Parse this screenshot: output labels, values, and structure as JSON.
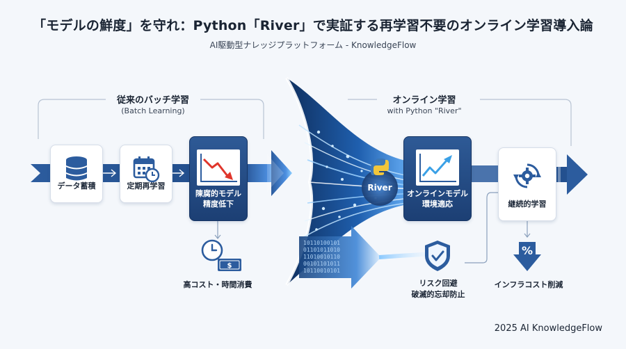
{
  "header": {
    "title": "「モデルの鮮度」を守れ：Python「River」で実証する再学習不要のオンライン学習導入論",
    "subtitle": "AI駆動型ナレッジプラットフォーム - KnowledgeFlow"
  },
  "batch": {
    "title": "従来のバッチ学習",
    "subtitle": "(Batch Learning)",
    "steps": [
      {
        "label": "データ蓄積",
        "icon": "database-icon"
      },
      {
        "label": "定期再学習",
        "icon": "calendar-clock-icon"
      },
      {
        "label": "陳腐的モデル\n精度低下",
        "icon": "declining-chart-icon"
      }
    ],
    "cost_note": "高コスト・時間消費"
  },
  "online": {
    "title": "オンライン学習",
    "subtitle": "with Python \"River\"",
    "river_label": "River",
    "steps": [
      {
        "label": "オンラインモデル\n環境適応",
        "icon": "rising-chart-icon"
      },
      {
        "label": "継続的学習",
        "icon": "gear-cycle-icon"
      }
    ],
    "risk_note": "リスク回避\n破滅的忘却防止",
    "infra_note": "インフラコスト削減"
  },
  "footer": {
    "copyright": "2025 AI KnowledgeFlow"
  },
  "colors": {
    "navy": "#1c3f74",
    "arrow_blue": "#2c5c9e",
    "light_blue": "#5fa8f0",
    "background": "#f4f7fb"
  }
}
